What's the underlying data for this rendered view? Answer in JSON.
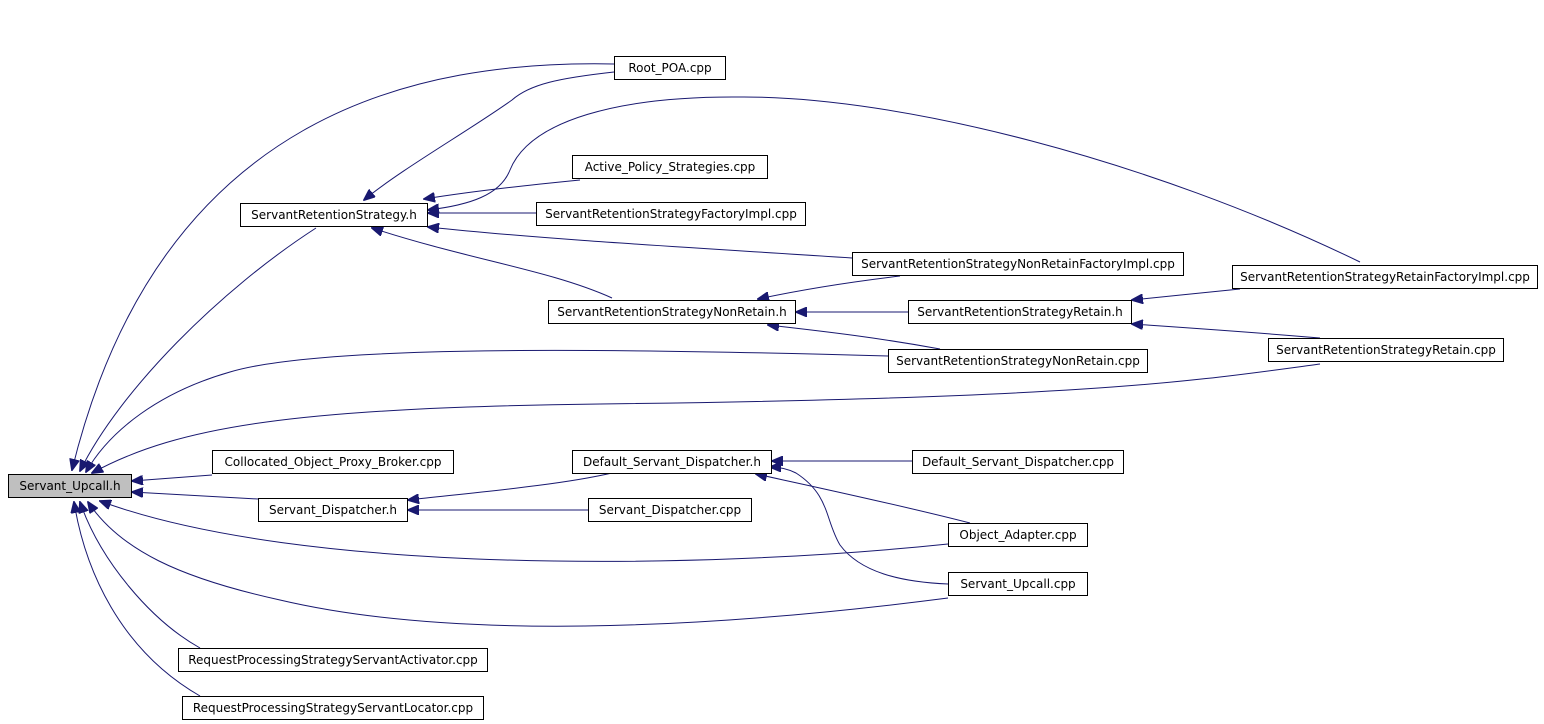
{
  "colors": {
    "edge": "#191970",
    "node_border": "#000000",
    "root_fill": "#bfbfbf",
    "node_fill": "#ffffff"
  },
  "nodes": {
    "servant_upcall_h": "Servant_Upcall.h",
    "root_poa_cpp": "Root_POA.cpp",
    "active_policy_strategies_cpp": "Active_Policy_Strategies.cpp",
    "srs_h": "ServantRetentionStrategy.h",
    "srs_factory_impl_cpp": "ServantRetentionStrategyFactoryImpl.cpp",
    "srs_nonretain_factory_impl_cpp": "ServantRetentionStrategyNonRetainFactoryImpl.cpp",
    "srs_retain_factory_impl_cpp": "ServantRetentionStrategyRetainFactoryImpl.cpp",
    "srs_nonretain_h": "ServantRetentionStrategyNonRetain.h",
    "srs_retain_h": "ServantRetentionStrategyRetain.h",
    "srs_retain_cpp": "ServantRetentionStrategyRetain.cpp",
    "srs_nonretain_cpp": "ServantRetentionStrategyNonRetain.cpp",
    "collocated_cpp": "Collocated_Object_Proxy_Broker.cpp",
    "default_dispatcher_h": "Default_Servant_Dispatcher.h",
    "default_dispatcher_cpp": "Default_Servant_Dispatcher.cpp",
    "servant_dispatcher_h": "Servant_Dispatcher.h",
    "servant_dispatcher_cpp": "Servant_Dispatcher.cpp",
    "object_adapter_cpp": "Object_Adapter.cpp",
    "servant_upcall_cpp": "Servant_Upcall.cpp",
    "rps_servant_activator_cpp": "RequestProcessingStrategyServantActivator.cpp",
    "rps_servant_locator_cpp": "RequestProcessingStrategyServantLocator.cpp"
  }
}
